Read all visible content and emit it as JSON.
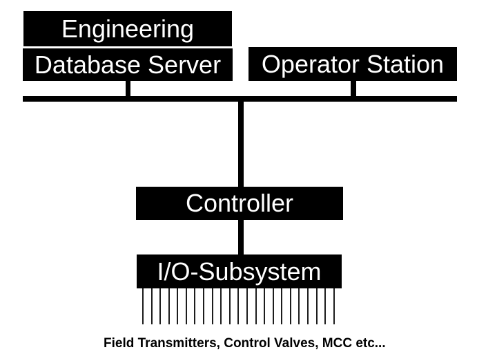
{
  "diagram": {
    "nodes": {
      "engineering": {
        "label": "Engineering"
      },
      "database_server": {
        "label": "Database Server"
      },
      "operator_station": {
        "label": "Operator Station"
      },
      "controller": {
        "label": "Controller"
      },
      "io_subsystem": {
        "label": "I/O-Subsystem"
      }
    },
    "caption": "Field Transmitters, Control Valves, MCC etc...",
    "field_connections_count": 23,
    "colors": {
      "box_background": "#000000",
      "box_text": "#ffffff",
      "line": "#000000",
      "caption_text": "#000000",
      "page_background": "#ffffff"
    }
  }
}
